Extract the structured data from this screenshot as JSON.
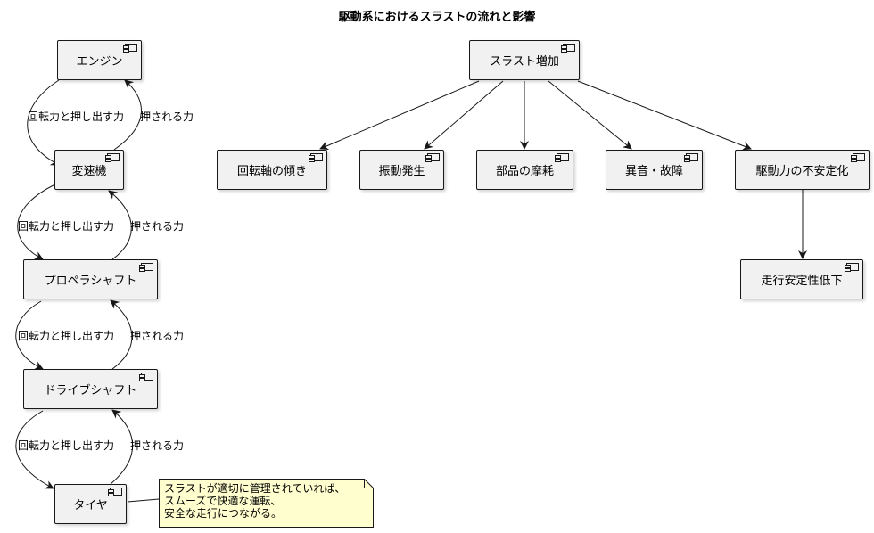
{
  "title": "駆動系におけるスラストの流れと影響",
  "components": {
    "engine": "エンジン",
    "transmission": "変速機",
    "propeller_shaft": "プロペラシャフト",
    "drive_shaft": "ドライブシャフト",
    "tire": "タイヤ",
    "thrust_increase": "スラスト増加",
    "shaft_tilt": "回転軸の傾き",
    "vibration": "振動発生",
    "wear": "部品の摩耗",
    "noise_failure": "異音・故障",
    "drive_instability": "駆動力の不安定化",
    "stability_drop": "走行安定性低下"
  },
  "edge_labels": {
    "down": "回転力と押し出す力",
    "up": "押される力"
  },
  "note": {
    "lines": [
      "スラストが適切に管理されていれば、",
      "スムーズで快適な運転、",
      "安全な走行につながる。"
    ]
  },
  "colors": {
    "component_fill": "#f1f1f1",
    "border": "#181818",
    "note_fill": "#fefece"
  }
}
